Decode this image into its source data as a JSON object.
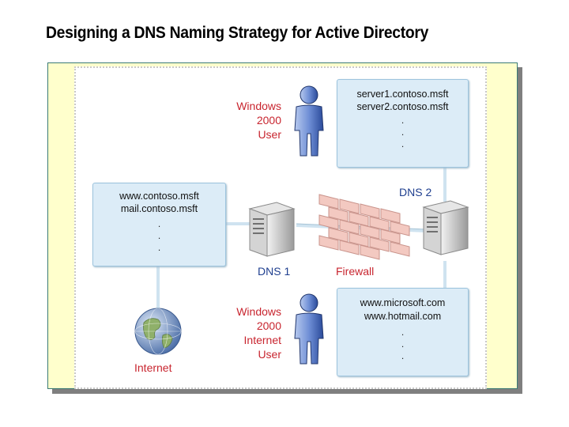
{
  "title": "Designing a DNS Naming Strategy for Active Directory",
  "colors": {
    "frame_bg": "#ffffcc",
    "box_fill": "#dcecf7",
    "user_label": "#c8252f",
    "dns_label": "#1f3f8f",
    "connector": "#cfe3f0"
  },
  "top_right_box": {
    "lines": [
      "server1.contoso.msft",
      "server2.contoso.msft"
    ],
    "ellipsis": [
      ".",
      ".",
      "."
    ]
  },
  "left_box": {
    "lines": [
      "www.contoso.msft",
      "mail.contoso.msft"
    ],
    "ellipsis": [
      ".",
      ".",
      "."
    ]
  },
  "bottom_right_box": {
    "lines": [
      "www.microsoft.com",
      "www.hotmail.com"
    ],
    "ellipsis": [
      ".",
      ".",
      "."
    ]
  },
  "labels": {
    "top_user": [
      "Windows",
      "2000",
      "User"
    ],
    "bottom_user": [
      "Windows",
      "2000",
      "Internet",
      "User"
    ],
    "dns1": "DNS 1",
    "dns2": "DNS 2",
    "firewall": "Firewall",
    "internet": "Internet"
  },
  "icons": [
    "user-icon",
    "server-icon",
    "firewall-icon",
    "globe-icon"
  ]
}
